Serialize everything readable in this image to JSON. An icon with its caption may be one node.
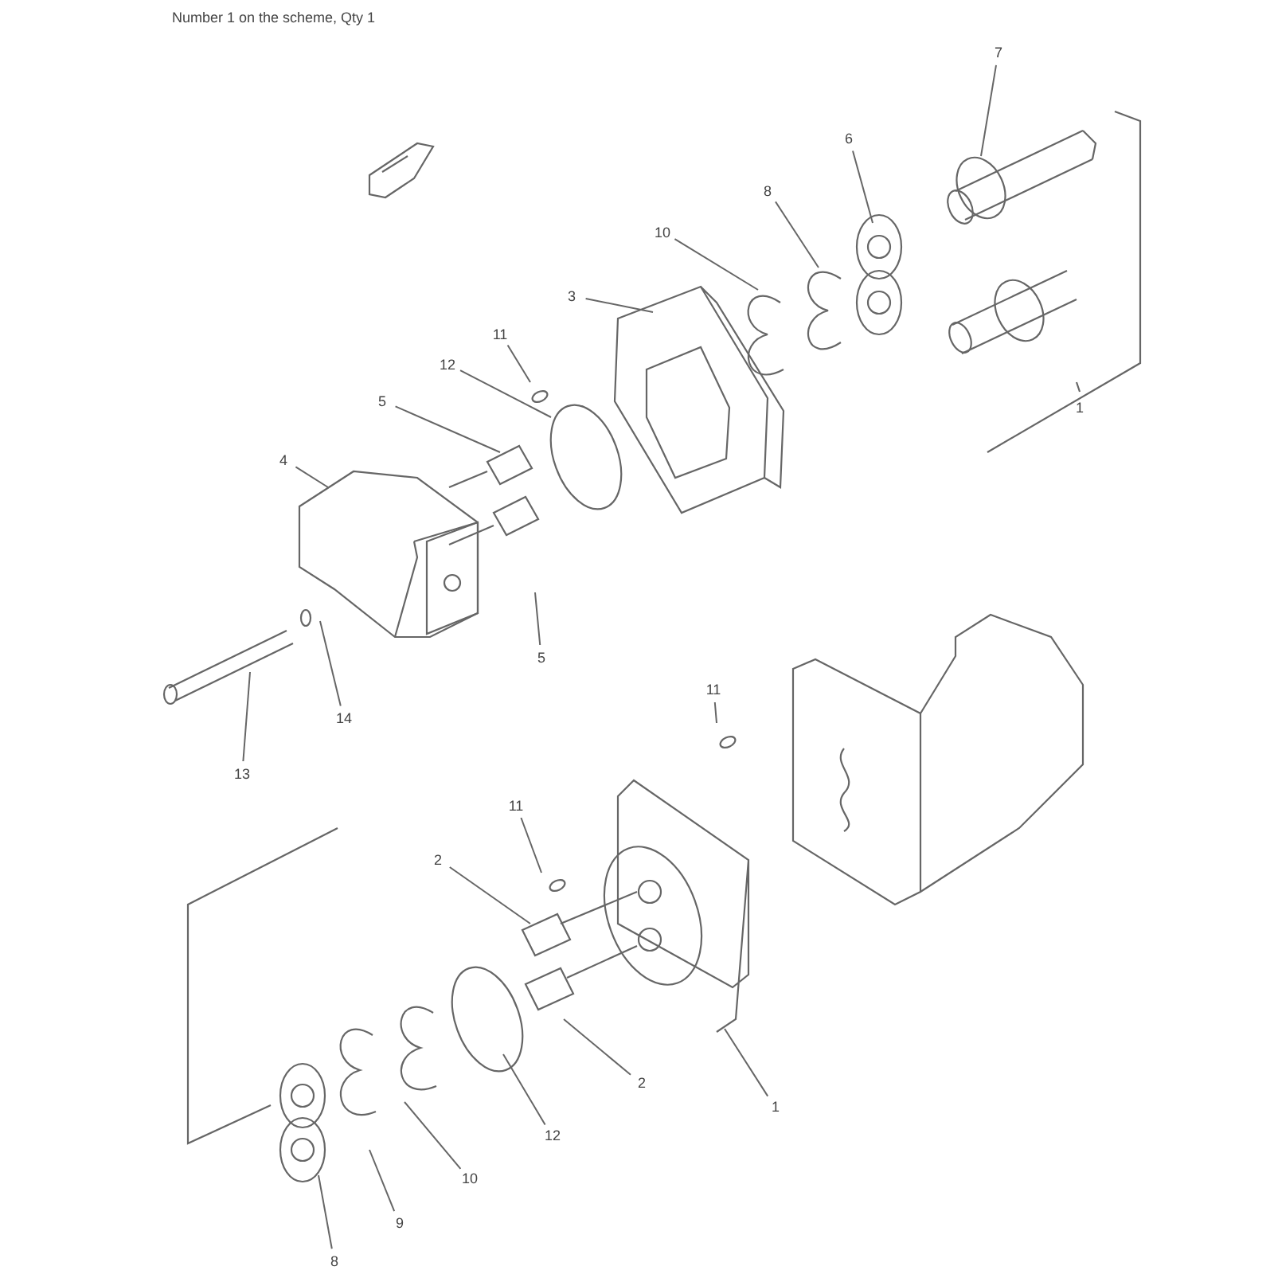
{
  "diagram": {
    "title": "Number 1 on the scheme, Qty 1",
    "nodes": [
      {
        "text": [
          "7"
        ]
      },
      {
        "text": [
          "6"
        ]
      },
      {
        "text": [
          "8"
        ]
      },
      {
        "text": [
          "10"
        ]
      },
      {
        "text": [
          "3"
        ]
      },
      {
        "text": [
          "11"
        ]
      },
      {
        "text": [
          "12"
        ]
      },
      {
        "text": [
          "5"
        ]
      },
      {
        "text": [
          "4"
        ]
      },
      {
        "text": [
          "5"
        ]
      },
      {
        "text": [
          "14"
        ]
      },
      {
        "text": [
          "13"
        ]
      },
      {
        "text": [
          "11"
        ]
      },
      {
        "text": [
          "11"
        ]
      },
      {
        "text": [
          "2"
        ]
      },
      {
        "text": [
          "2"
        ]
      },
      {
        "text": [
          "12"
        ]
      },
      {
        "text": [
          "1"
        ]
      },
      {
        "text": [
          "10"
        ]
      },
      {
        "text": [
          "9"
        ]
      },
      {
        "text": [
          "8"
        ]
      }
    ],
    "edges": [
      {
        "from": 0,
        "to": null,
        "arrow": "none"
      },
      {
        "from": 1,
        "to": null,
        "arrow": "none"
      },
      {
        "from": 2,
        "to": null,
        "arrow": "none"
      },
      {
        "from": 3,
        "to": null,
        "arrow": "none"
      },
      {
        "from": 4,
        "to": null,
        "arrow": "none"
      },
      {
        "from": 5,
        "to": null,
        "arrow": "none"
      },
      {
        "from": 6,
        "to": null,
        "arrow": "none"
      },
      {
        "from": 7,
        "to": null,
        "arrow": "none"
      },
      {
        "from": 8,
        "to": null,
        "arrow": "none"
      },
      {
        "from": 9,
        "to": null,
        "arrow": "none"
      },
      {
        "from": 10,
        "to": null,
        "arrow": "none"
      },
      {
        "from": 11,
        "to": null,
        "arrow": "none"
      },
      {
        "from": 12,
        "to": null,
        "arrow": "none"
      },
      {
        "from": 13,
        "to": null,
        "arrow": "none"
      },
      {
        "from": 14,
        "to": null,
        "arrow": "none"
      },
      {
        "from": 15,
        "to": null,
        "arrow": "none"
      },
      {
        "from": 16,
        "to": null,
        "arrow": "none"
      },
      {
        "from": 17,
        "to": null,
        "arrow": "none"
      },
      {
        "from": 18,
        "to": null,
        "arrow": "none"
      },
      {
        "from": 19,
        "to": null,
        "arrow": "none"
      },
      {
        "from": 20,
        "to": null,
        "arrow": "none"
      }
    ],
    "labels": [
      "1"
    ]
  }
}
